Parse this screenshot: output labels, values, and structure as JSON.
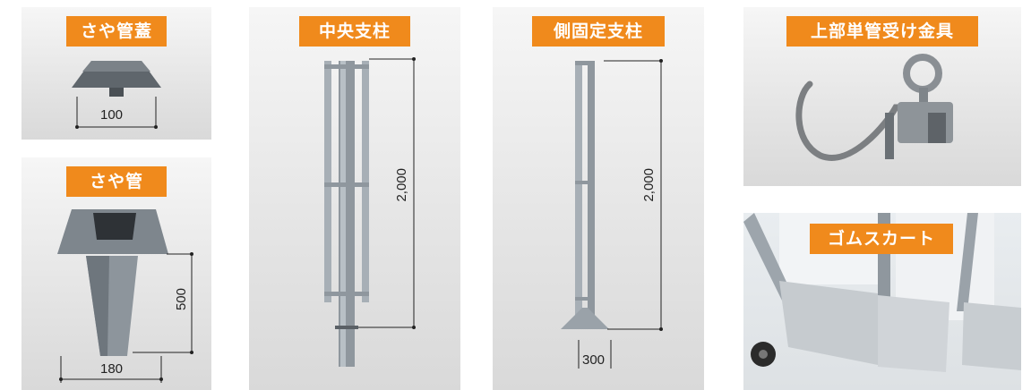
{
  "panels": {
    "saya_cap": {
      "title": "さや管蓋",
      "dim_width": "100"
    },
    "saya_pipe": {
      "title": "さや管",
      "dim_width": "180",
      "dim_height": "500"
    },
    "center_post": {
      "title": "中央支柱",
      "dim_height": "2,000"
    },
    "side_post": {
      "title": "側固定支柱",
      "dim_height": "2,000",
      "dim_width": "300"
    },
    "hook": {
      "title": "上部単管受け金具"
    },
    "skirt": {
      "title": "ゴムスカート"
    }
  },
  "colors": {
    "tag_bg": "#f08a1c",
    "panel_bg": "#e6e6e6",
    "metal": "#9aa3ab"
  }
}
